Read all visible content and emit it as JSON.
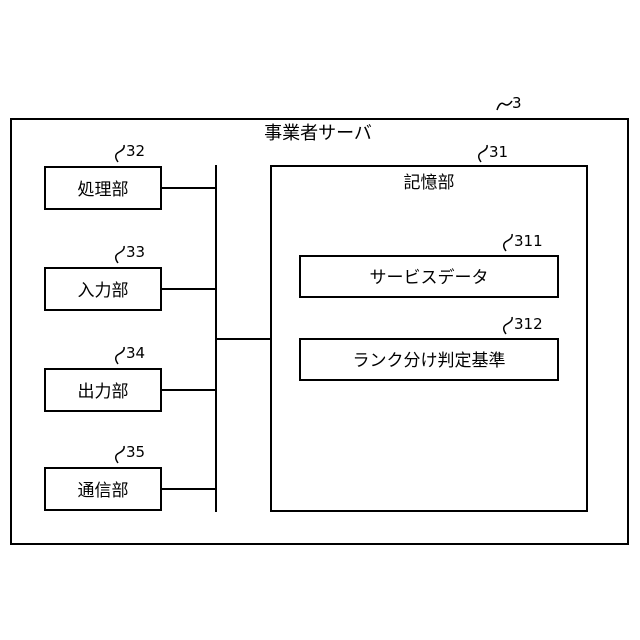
{
  "server": {
    "ref": "3",
    "label": "事業者サーバ"
  },
  "units": [
    {
      "ref": "32",
      "label": "処理部"
    },
    {
      "ref": "33",
      "label": "入力部"
    },
    {
      "ref": "34",
      "label": "出力部"
    },
    {
      "ref": "35",
      "label": "通信部"
    }
  ],
  "storage": {
    "ref": "31",
    "label": "記憶部",
    "items": [
      {
        "ref": "311",
        "label": "サービスデータ"
      },
      {
        "ref": "312",
        "label": "ランク分け判定基準"
      }
    ]
  }
}
